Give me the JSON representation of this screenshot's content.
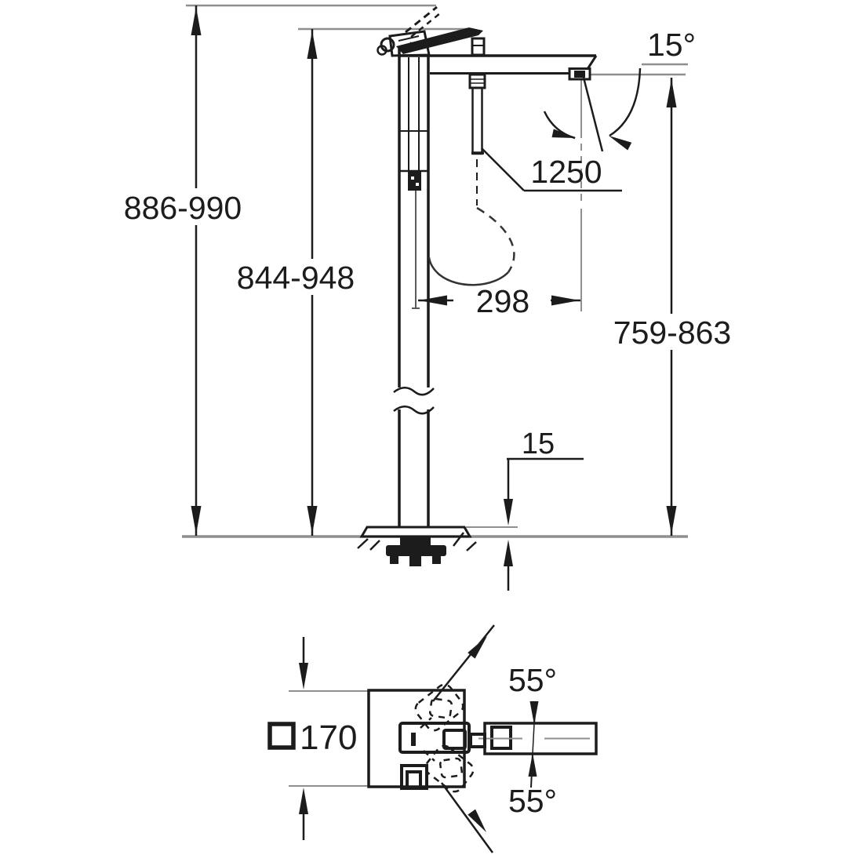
{
  "document": {
    "kind": "technical-dimension-drawing",
    "subject": "floor-standing single-lever bath mixer with hand shower",
    "views": [
      "side-elevation",
      "top-plan"
    ]
  },
  "colors": {
    "ink": "#1c1c1c",
    "extension": "#8f8f8f",
    "background": "#ffffff"
  },
  "dims": {
    "overall_height_range": "886-990",
    "body_height_range": "844-948",
    "spout_height_range": "759-863",
    "spout_offset": "298",
    "hose_length": "1250",
    "spout_tilt_angle": "15°",
    "base_plate_clearance": "15",
    "base_plate_size": "170",
    "handle_swing_upper": "55°",
    "handle_swing_lower": "55°"
  }
}
